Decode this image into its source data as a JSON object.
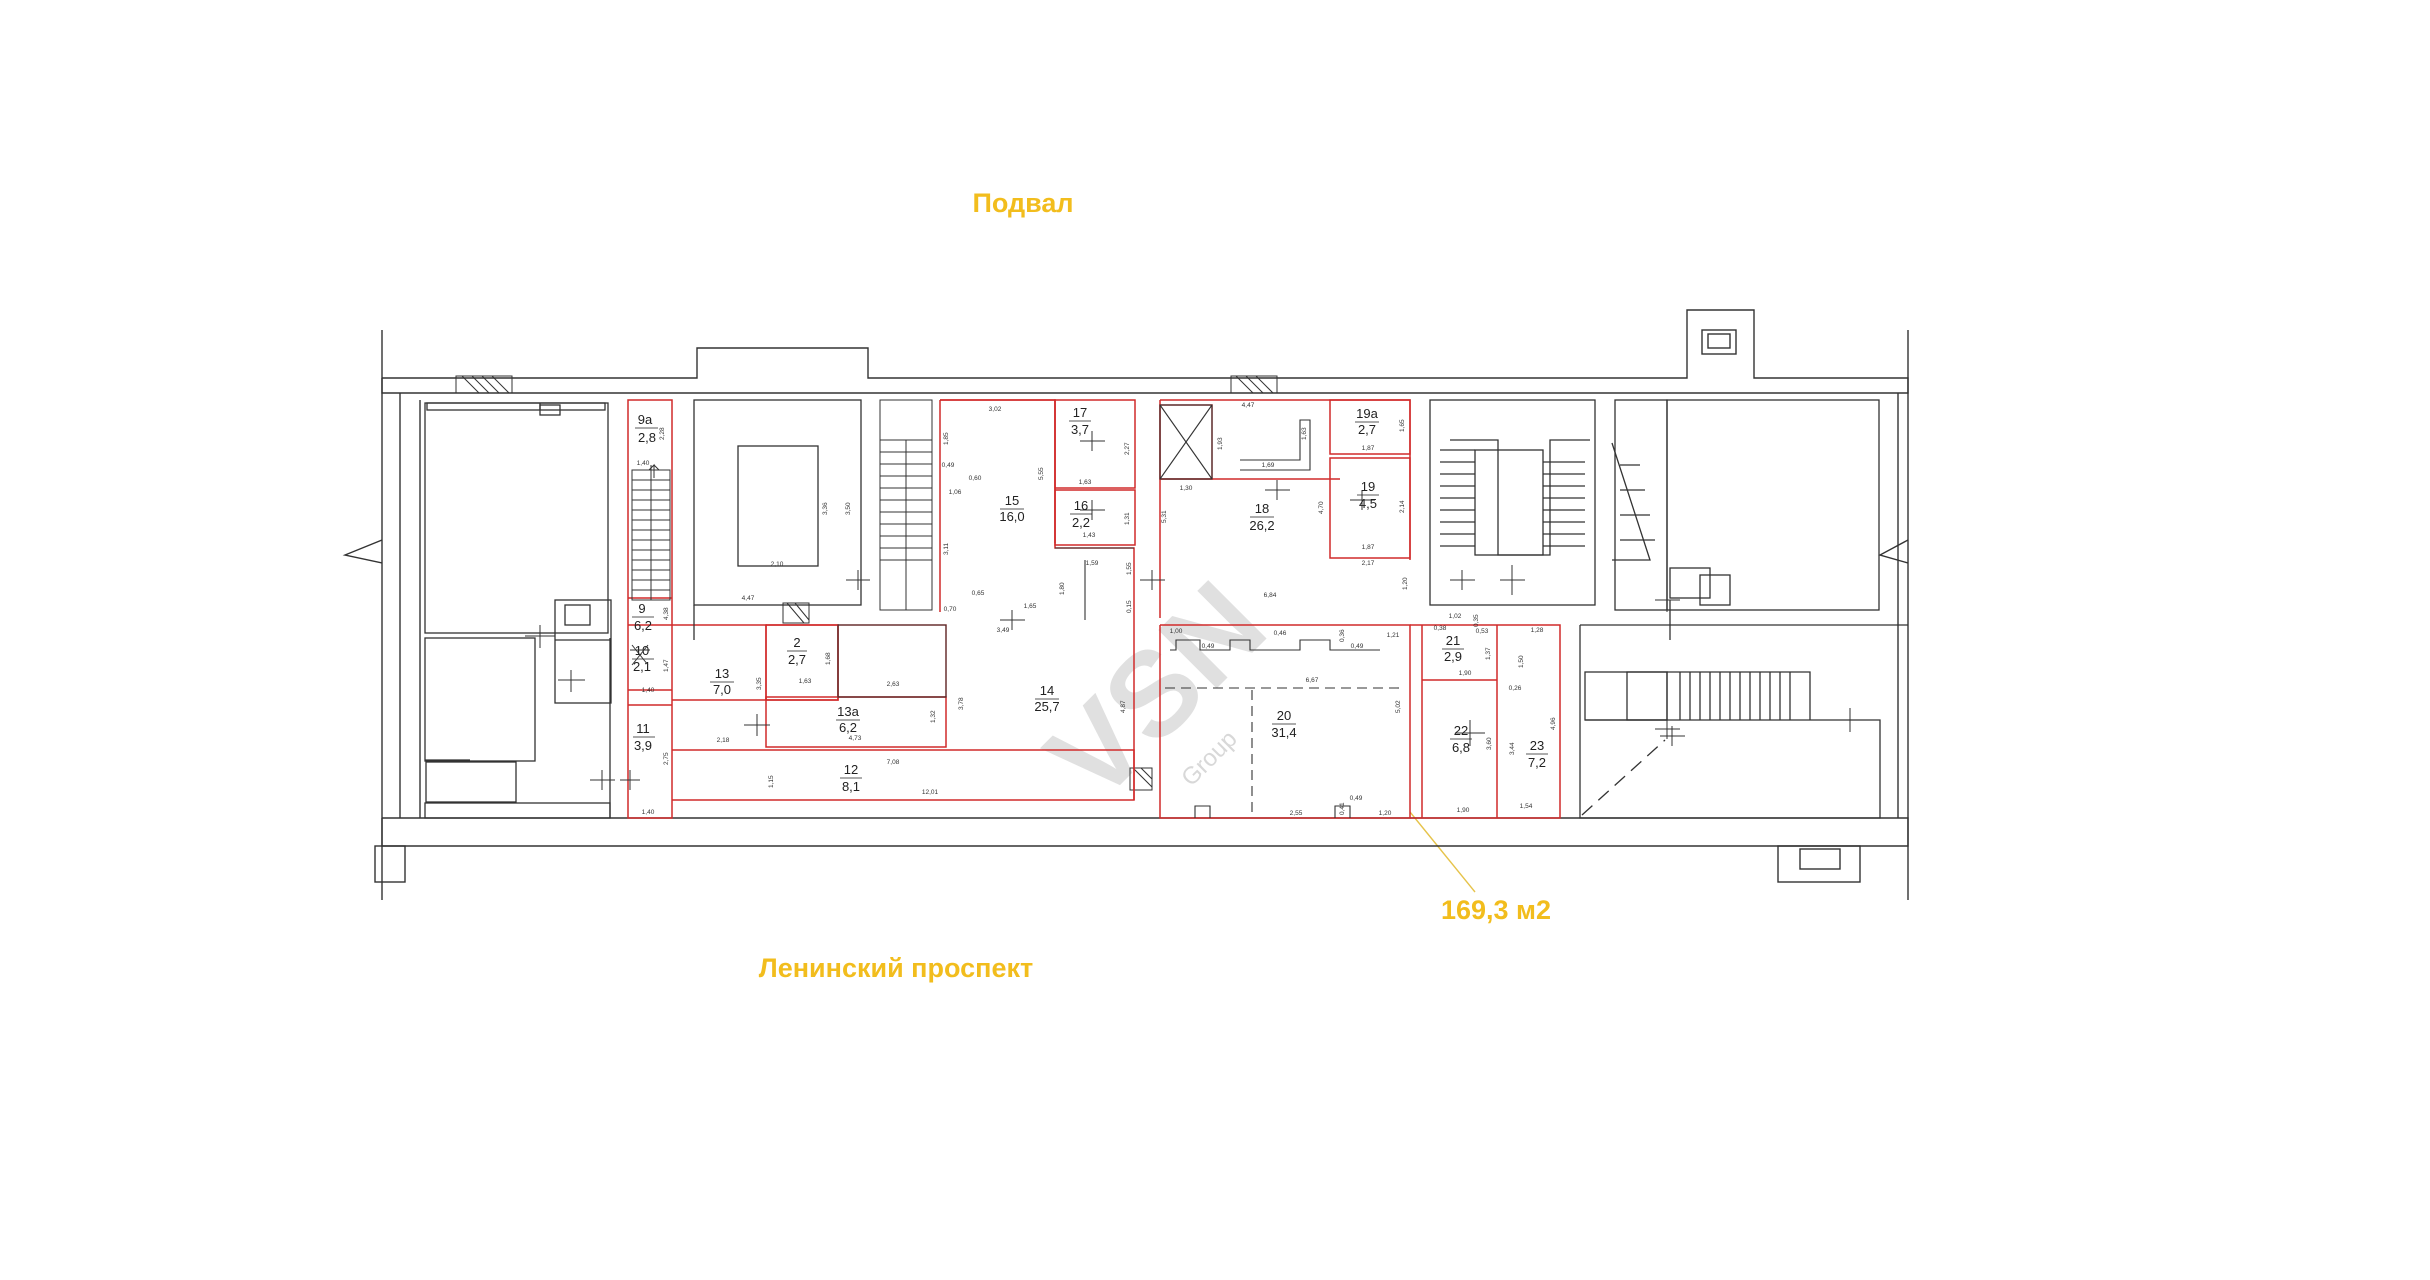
{
  "plan": {
    "floor_title": "Подвал",
    "street_label": "Ленинский проспект",
    "area_label": "169,3 м2",
    "watermark": {
      "brand": "VSN",
      "sub": "Group"
    },
    "rooms": [
      {
        "num": "9a",
        "area": "2,8"
      },
      {
        "num": "9",
        "area": "6,2"
      },
      {
        "num": "10",
        "area": "2,1"
      },
      {
        "num": "11",
        "area": "3,9"
      },
      {
        "num": "13",
        "area": "7,0"
      },
      {
        "num": "2",
        "area": "2,7"
      },
      {
        "num": "13a",
        "area": "6,2"
      },
      {
        "num": "12",
        "area": "8,1"
      },
      {
        "num": "15",
        "area": "16,0"
      },
      {
        "num": "17",
        "area": "3,7"
      },
      {
        "num": "16",
        "area": "2,2"
      },
      {
        "num": "14",
        "area": "25,7"
      },
      {
        "num": "18",
        "area": "26,2"
      },
      {
        "num": "19a",
        "area": "2,7"
      },
      {
        "num": "19",
        "area": "4,5"
      },
      {
        "num": "20",
        "area": "31,4"
      },
      {
        "num": "21",
        "area": "2,9"
      },
      {
        "num": "22",
        "area": "6,8"
      },
      {
        "num": "23",
        "area": "7,2"
      }
    ],
    "dimensions": [
      "2,28",
      "1,40",
      "4,38",
      "1,47",
      "1,40",
      "2,75",
      "1,15",
      "1,40",
      "4,47",
      "3,36",
      "3,50",
      "2,10",
      "2,18",
      "1,68",
      "1,63",
      "3,35",
      "4,73",
      "1,32",
      "7,08",
      "12,01",
      "2,63",
      "3,78",
      "3,02",
      "1,85",
      "0,49",
      "0,60",
      "1,06",
      "5,55",
      "3,11",
      "0,65",
      "0,70",
      "1,65",
      "3,49",
      "1,63",
      "2,27",
      "1,31",
      "1,43",
      "1,59",
      "1,80",
      "1,55",
      "4,87",
      "0,15",
      "4,47",
      "1,93",
      "1,63",
      "1,69",
      "5,31",
      "1,30",
      "6,84",
      "1,87",
      "1,65",
      "4,70",
      "2,14",
      "1,87",
      "2,17",
      "1,00",
      "0,49",
      "0,46",
      "0,36",
      "0,49",
      "1,21",
      "6,67",
      "5,02",
      "0,41",
      "0,49",
      "2,55",
      "1,20",
      "1,20",
      "1,02",
      "0,38",
      "0,35",
      "0,53",
      "1,37",
      "1,28",
      "1,50",
      "1,90",
      "0,26",
      "3,60",
      "3,44",
      "4,96",
      "1,90",
      "1,54"
    ],
    "colors": {
      "accent_text": "#f2bd1d",
      "outline": "#d12a2a",
      "walls": "#333333"
    }
  }
}
